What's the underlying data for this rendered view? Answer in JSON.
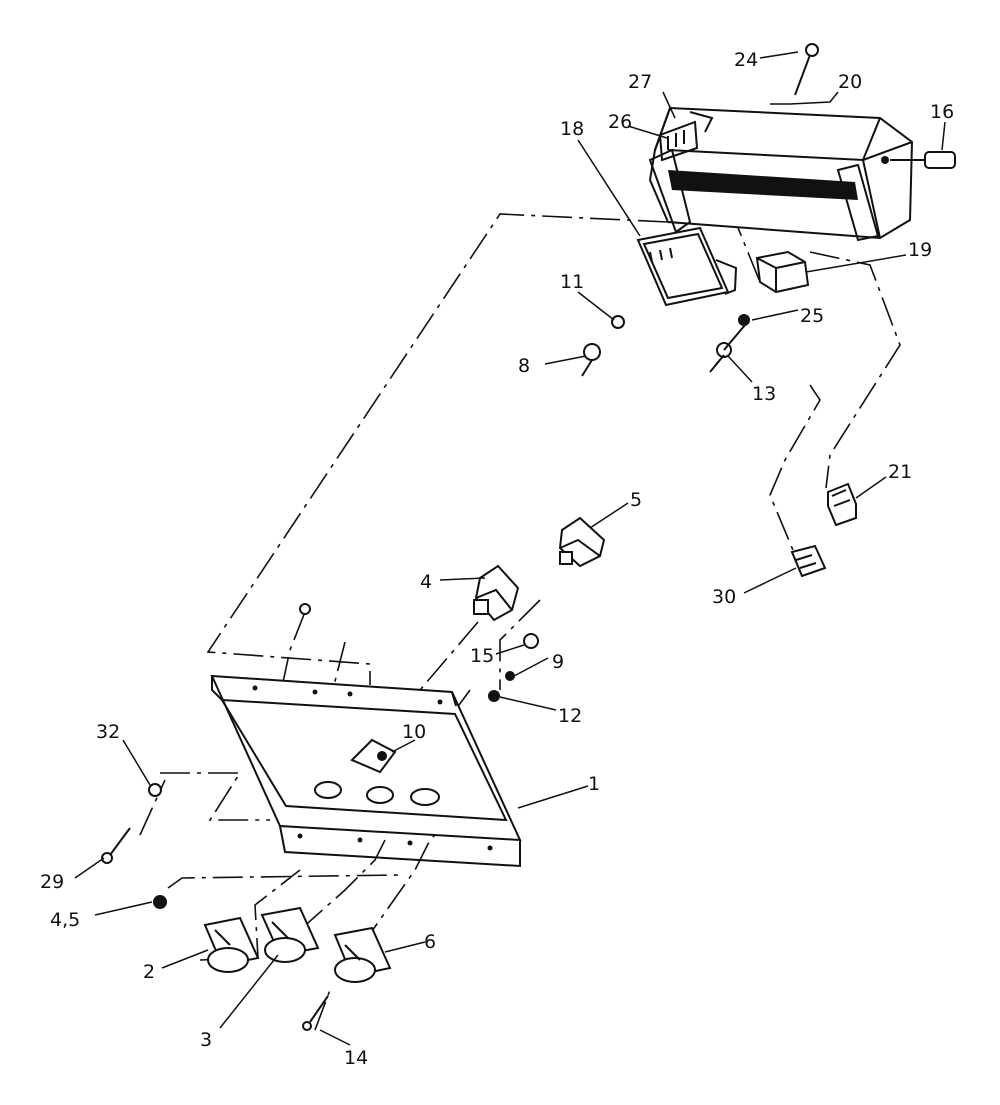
{
  "labels": {
    "p1": "1",
    "p2": "2",
    "p3": "3",
    "p4": "4",
    "p5": "5",
    "p6": "6",
    "p8": "8",
    "p9": "9",
    "p10": "10",
    "p11": "11",
    "p12": "12",
    "p13": "13",
    "p14": "14",
    "p15": "15",
    "p16": "16",
    "p18": "18",
    "p19": "19",
    "p20": "20",
    "p21": "21",
    "p24": "24",
    "p25": "25",
    "p26": "26",
    "p27": "27",
    "p29": "29",
    "p30": "30",
    "p32": "32",
    "p45": "4,5"
  }
}
